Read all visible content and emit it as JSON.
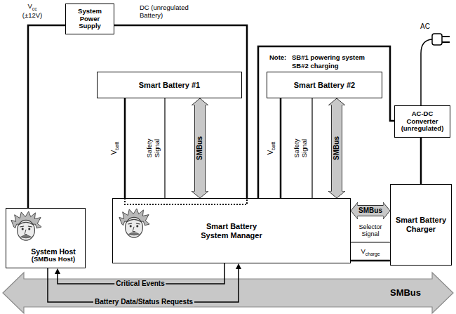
{
  "diagram": {
    "nodes": [
      {
        "text": [
          "System Power Supply"
        ]
      },
      {
        "text": [
          "Smart Battery #1"
        ]
      },
      {
        "text": [
          "Smart Battery #2"
        ]
      },
      {
        "text": [
          "AC-DC Converter",
          "(unregulated)"
        ]
      },
      {
        "text": [
          "System Host",
          "(SMBus Host)"
        ]
      },
      {
        "text": [
          "Smart Battery System Manager"
        ]
      },
      {
        "text": [
          "Smart Battery Charger"
        ]
      }
    ],
    "edges": [
      {
        "from": 0,
        "to": 4,
        "arrow": "none"
      },
      {
        "from": 0,
        "to": 5,
        "arrow": "none"
      },
      {
        "from": 1,
        "to": 5,
        "arrow": "none"
      },
      {
        "from": 1,
        "to": 5,
        "arrow": "none"
      },
      {
        "from": 1,
        "to": 5,
        "arrow": "both",
        "label": "SMBus"
      },
      {
        "from": 2,
        "to": 5,
        "arrow": "none"
      },
      {
        "from": 2,
        "to": 5,
        "arrow": "none"
      },
      {
        "from": 2,
        "to": 5,
        "arrow": "both",
        "label": "SMBus"
      },
      {
        "from": 3,
        "to": 5,
        "arrow": "none"
      },
      {
        "from": 3,
        "to": 6,
        "arrow": "none"
      },
      {
        "from": 5,
        "to": 6,
        "arrow": "both",
        "label": "SMBus"
      },
      {
        "from": 5,
        "to": 6,
        "arrow": "none"
      },
      {
        "from": 6,
        "to": 5,
        "arrow": "none"
      },
      {
        "from": 5,
        "to": 4,
        "arrow": "to",
        "label": "Critical Events"
      },
      {
        "from": 4,
        "to": 5,
        "arrow": "to",
        "label": "Battery Data/Status Requests"
      }
    ],
    "labels": [
      "Vcc (±12V)",
      "DC (unregulated Battery)",
      "Note:",
      "SB#1 powering system",
      "SB#2 charging",
      "AC",
      "Vbatt",
      "Safety Signal",
      "Vbatt",
      "Safety Signal",
      "Selector Signal",
      "Vcharge",
      "SMBus"
    ]
  }
}
